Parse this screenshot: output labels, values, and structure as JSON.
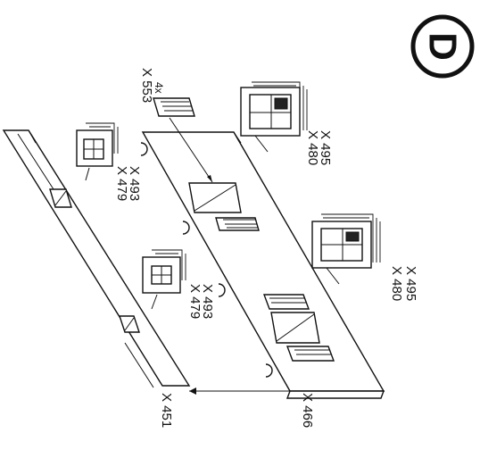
{
  "badge": {
    "letter": "D"
  },
  "labels": {
    "wall_front": "X 451",
    "wall_back": "X 466",
    "pane_count": "4x",
    "pane_part": "X 553",
    "window_large_1a": "X 495",
    "window_large_1b": "X 480",
    "window_large_2a": "X 495",
    "window_large_2b": "X 480",
    "window_small_1a": "X 493",
    "window_small_1b": "X 479",
    "window_small_2a": "X 493",
    "window_small_2b": "X 479"
  }
}
